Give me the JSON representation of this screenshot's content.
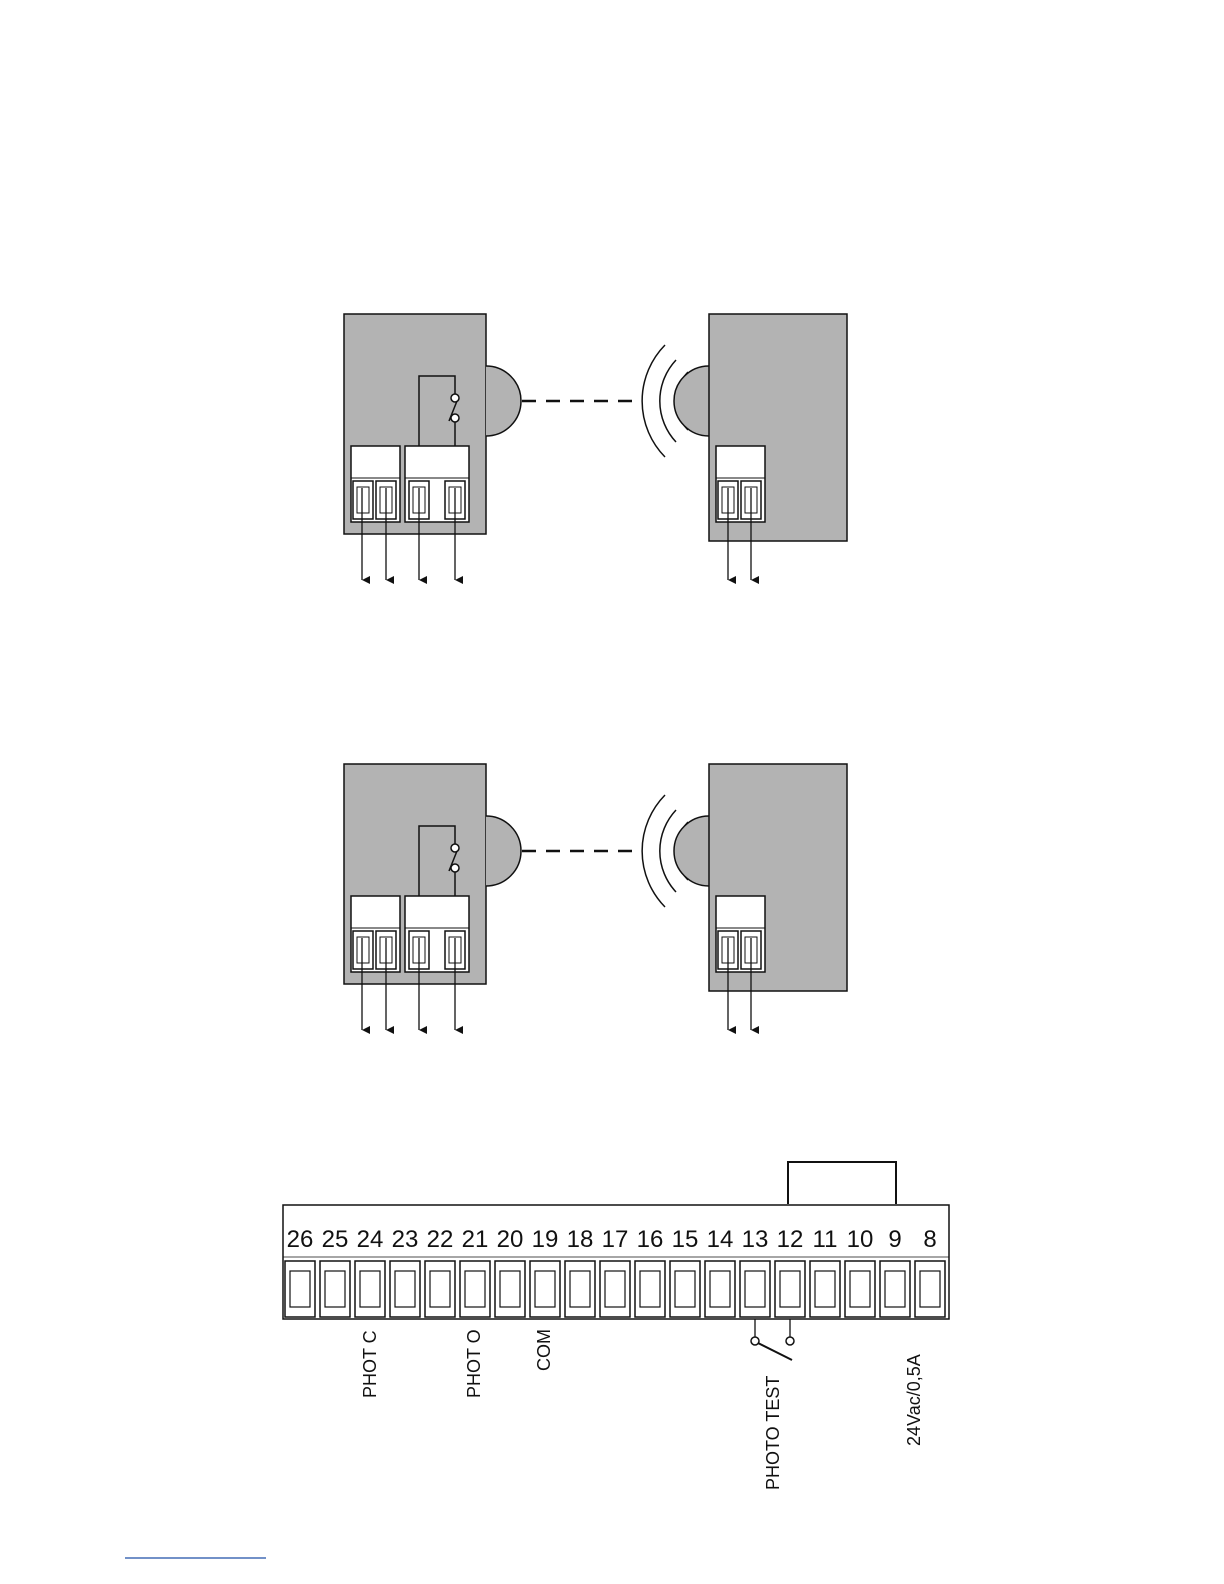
{
  "terminal_block": {
    "numbers": [
      "26",
      "25",
      "24",
      "23",
      "22",
      "21",
      "20",
      "19",
      "18",
      "17",
      "16",
      "15",
      "14",
      "13",
      "12",
      "11",
      "10",
      "9",
      "8"
    ]
  },
  "labels": {
    "phot_c": "PHOT C",
    "phot_o": "PHOT O",
    "com": "COM",
    "photo_test": "PHOTO TEST",
    "supply": "24Vac/0,5A"
  },
  "colors": {
    "device_fill": "#b3b3b3",
    "terminal_fill": "#ffffff",
    "line": "#111111",
    "footnote_rule": "#1f4fa8"
  }
}
